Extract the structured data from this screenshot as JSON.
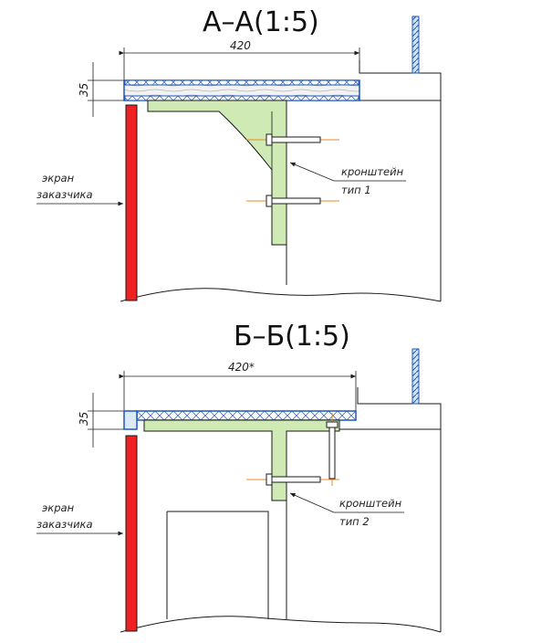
{
  "colors": {
    "screen": "#ee2222",
    "bracket": "#cfeab5",
    "panel_outline": "#1f57b8",
    "wood": "#f0f0f0",
    "centerline": "#f08a1c",
    "line": "#1a1a1a"
  },
  "views": [
    {
      "title": "А–А(1:5)",
      "width_dim": "420",
      "thickness_dim": "35",
      "screen_label": [
        "экран",
        "заказчика"
      ],
      "bracket_label": [
        "кронштейн",
        "тип 1"
      ]
    },
    {
      "title": "Б–Б(1:5)",
      "width_dim": "420*",
      "thickness_dim": "35",
      "screen_label": [
        "экран",
        "заказчика"
      ],
      "bracket_label": [
        "кронштейн",
        "тип 2"
      ]
    }
  ]
}
